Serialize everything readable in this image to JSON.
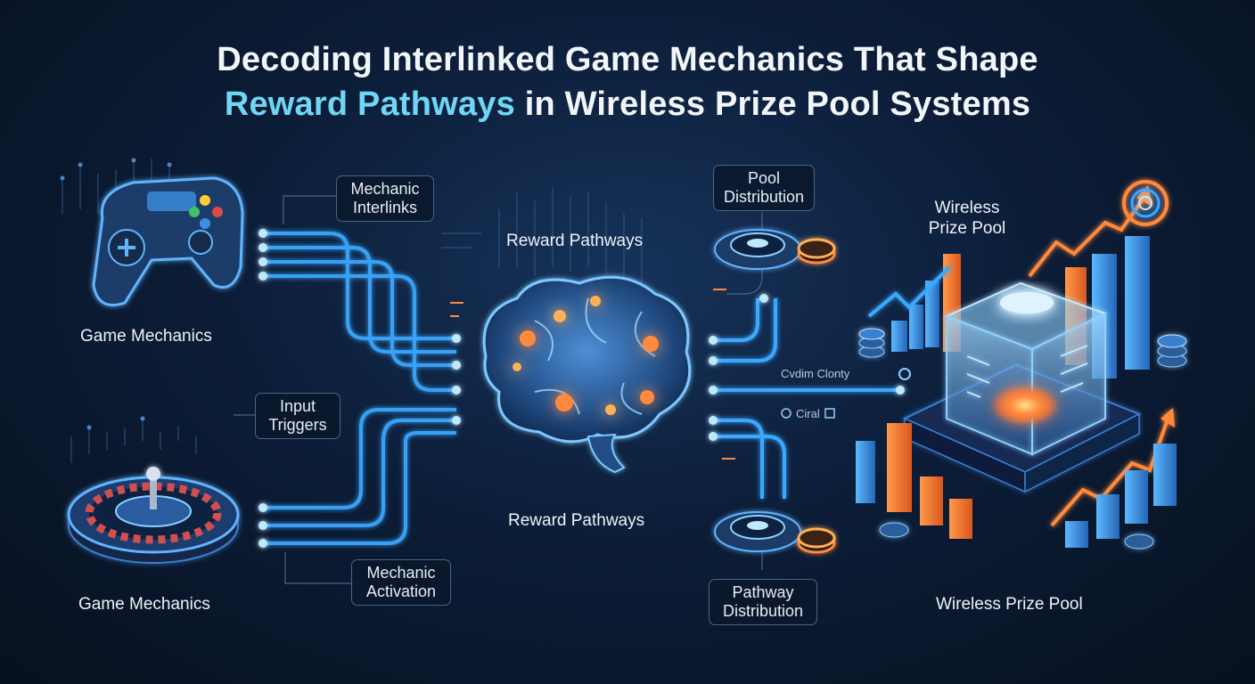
{
  "title": {
    "line1": "Decoding Interlinked Game Mechanics That Shape",
    "line2_highlight": "Reward Pathways",
    "line2_rest": " in Wireless Prize Pool Systems"
  },
  "labels": {
    "game_mechanics_top": "Game Mechanics",
    "game_mechanics_bottom": "Game Mechanics",
    "reward_pathways_top": "Reward Pathways",
    "reward_pathways_bottom": "Reward Pathways",
    "wireless_prize_pool_top_line1": "Wireless",
    "wireless_prize_pool_top_line2": "Prize Pool",
    "wireless_prize_pool_bottom": "Wireless Prize Pool"
  },
  "boxes": {
    "mechanic_interlinks": [
      "Mechanic",
      "Interlinks"
    ],
    "input_triggers": [
      "Input",
      "Triggers"
    ],
    "mechanic_activation": [
      "Mechanic",
      "Activation"
    ],
    "pool_distribution": [
      "Pool",
      "Distribution"
    ],
    "pathway_distribution": [
      "Pathway",
      "Distribution"
    ]
  },
  "small_text": {
    "readout_1": "Cvdim Clonty",
    "readout_2": "Ciral"
  },
  "colors": {
    "accent_cyan": "#6fd6f5",
    "glow_blue": "#3aa8ff",
    "orange": "#ff8a3d",
    "background": "#0c1d38"
  }
}
